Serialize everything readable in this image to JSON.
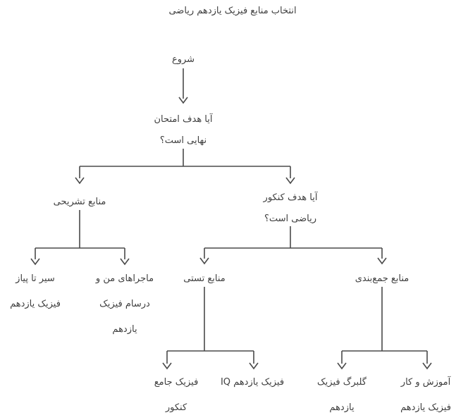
{
  "title": "انتخاب منابع فیزیک یازدهم ریاضی",
  "language": "fa",
  "direction": "rtl",
  "colors": {
    "background": "#ffffff",
    "text": "#3f3f3f",
    "line": "#4a4a4a"
  },
  "flowchart": {
    "type": "decision-tree",
    "nodes": {
      "start": {
        "lines": [
          "شروع"
        ]
      },
      "q_final": {
        "lines": [
          "آیا هدف امتحان",
          "نهایی است؟"
        ]
      },
      "tashrihi": {
        "lines": [
          "منابع تشریحی"
        ]
      },
      "q_konkur": {
        "lines": [
          "آیا هدف کنکور",
          "ریاضی است؟"
        ]
      },
      "sir_ta_piaz": {
        "lines": [
          "سیر تا پیاز",
          "فیزیک یازدهم"
        ]
      },
      "majara": {
        "lines": [
          "ماجراهای من و",
          "درسام فیزیک",
          "یازدهم"
        ]
      },
      "testi": {
        "lines": [
          "منابع تستی"
        ]
      },
      "jambandi": {
        "lines": [
          "منابع جمع‌بندی"
        ]
      },
      "jame_konkur": {
        "lines": [
          "فیزیک جامع",
          "کنکور"
        ]
      },
      "iq": {
        "lines": [
          "فیزیک یازدهم IQ"
        ]
      },
      "golbarg": {
        "lines": [
          "گلبرگ فیزیک",
          "یازدهم"
        ]
      },
      "amoozesh_kar": {
        "lines": [
          "آموزش و کار",
          "فیزیک یازدهم"
        ]
      }
    },
    "edges": [
      {
        "from": "start",
        "to": "q_final"
      },
      {
        "from": "q_final",
        "to": "tashrihi"
      },
      {
        "from": "q_final",
        "to": "q_konkur"
      },
      {
        "from": "tashrihi",
        "to": "sir_ta_piaz"
      },
      {
        "from": "tashrihi",
        "to": "majara"
      },
      {
        "from": "q_konkur",
        "to": "testi"
      },
      {
        "from": "q_konkur",
        "to": "jambandi"
      },
      {
        "from": "testi",
        "to": "jame_konkur"
      },
      {
        "from": "testi",
        "to": "iq"
      },
      {
        "from": "jambandi",
        "to": "golbarg"
      },
      {
        "from": "jambandi",
        "to": "amoozesh_kar"
      }
    ]
  }
}
